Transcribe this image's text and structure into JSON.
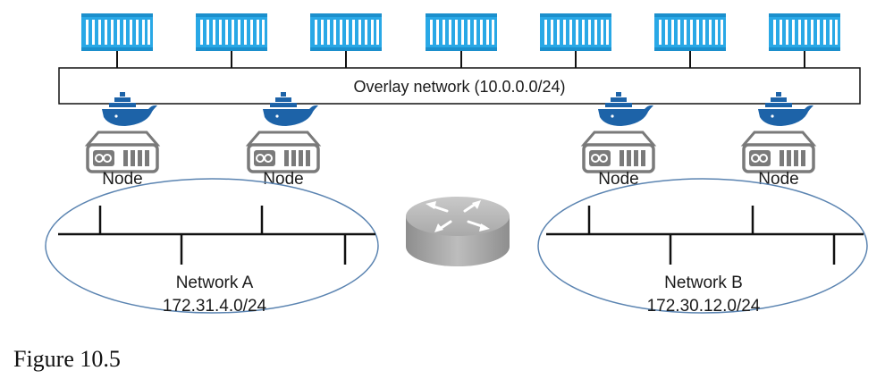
{
  "overlay": {
    "label": "Overlay network (10.0.0.0/24)"
  },
  "containers": {
    "count": 7,
    "icon": "shipping-container-icon"
  },
  "nodes": [
    {
      "label": "Node",
      "network": "Network A"
    },
    {
      "label": "Node",
      "network": "Network A"
    },
    {
      "label": "Node",
      "network": "Network B"
    },
    {
      "label": "Node",
      "network": "Network B"
    }
  ],
  "networks": [
    {
      "name": "Network A",
      "cidr": "172.31.4.0/24"
    },
    {
      "name": "Network B",
      "cidr": "172.30.12.0/24"
    }
  ],
  "router": {
    "icon": "router-icon"
  },
  "caption": "Figure 10.5",
  "colors": {
    "container": "#29a8e6",
    "container_stripe": "#ffffff",
    "docker": "#1d63a8",
    "server": "#7a7a7a",
    "ellipse": "#5b84b1",
    "router": "#9a9a9a",
    "line": "#111111"
  }
}
